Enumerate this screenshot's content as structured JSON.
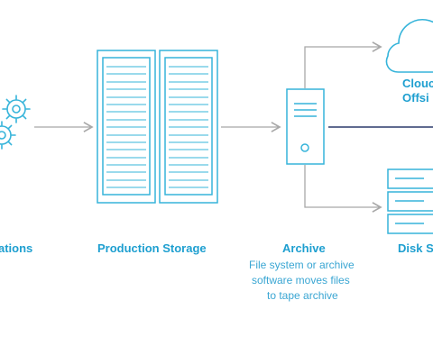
{
  "labels": {
    "applications": "ations",
    "production_storage": "Production Storage",
    "archive": "Archive",
    "archive_desc_1": "File system or archive",
    "archive_desc_2": "software moves files",
    "archive_desc_3": "to tape archive",
    "cloud_line1": "Clouc",
    "cloud_line2": "Offsi",
    "disk": "Disk S"
  },
  "icons": {
    "gears": "gears-icon",
    "storage": "storage-rack-icon",
    "server": "server-icon",
    "cloud": "cloud-icon",
    "disk": "disk-array-icon"
  },
  "colors": {
    "icon_stroke": "#36b4da",
    "arrow": "#a8a8a8",
    "dark_line": "#2b3a6b",
    "label": "#1e9fd0"
  }
}
